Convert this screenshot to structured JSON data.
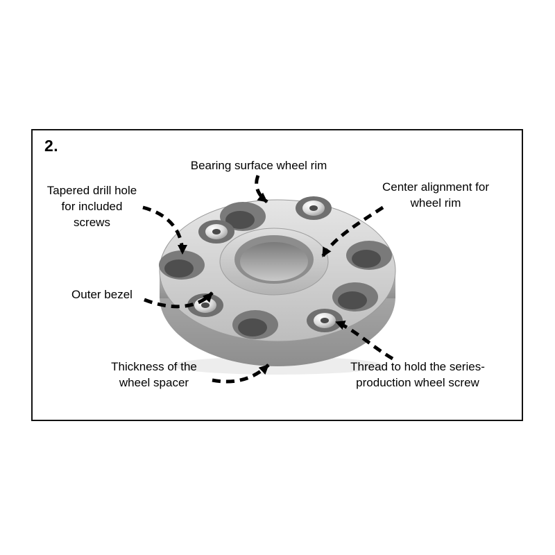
{
  "figure": {
    "number": "2."
  },
  "annotations": {
    "bearing_surface": "Bearing surface wheel rim",
    "tapered_drill_hole": "Tapered drill hole\nfor included\nscrews",
    "center_alignment": "Center alignment for\nwheel rim",
    "outer_bezel": "Outer bezel",
    "thickness": "Thickness of the\nwheel spacer",
    "thread": "Thread to hold the series-\nproduction wheel screw"
  },
  "colors": {
    "arrow": "#000000",
    "frame_border": "#111111",
    "spacer_top": "#d9d9d9",
    "spacer_side": "#a8a8a8"
  },
  "icons": {
    "arrowhead": "solid-triangle-arrowhead"
  }
}
